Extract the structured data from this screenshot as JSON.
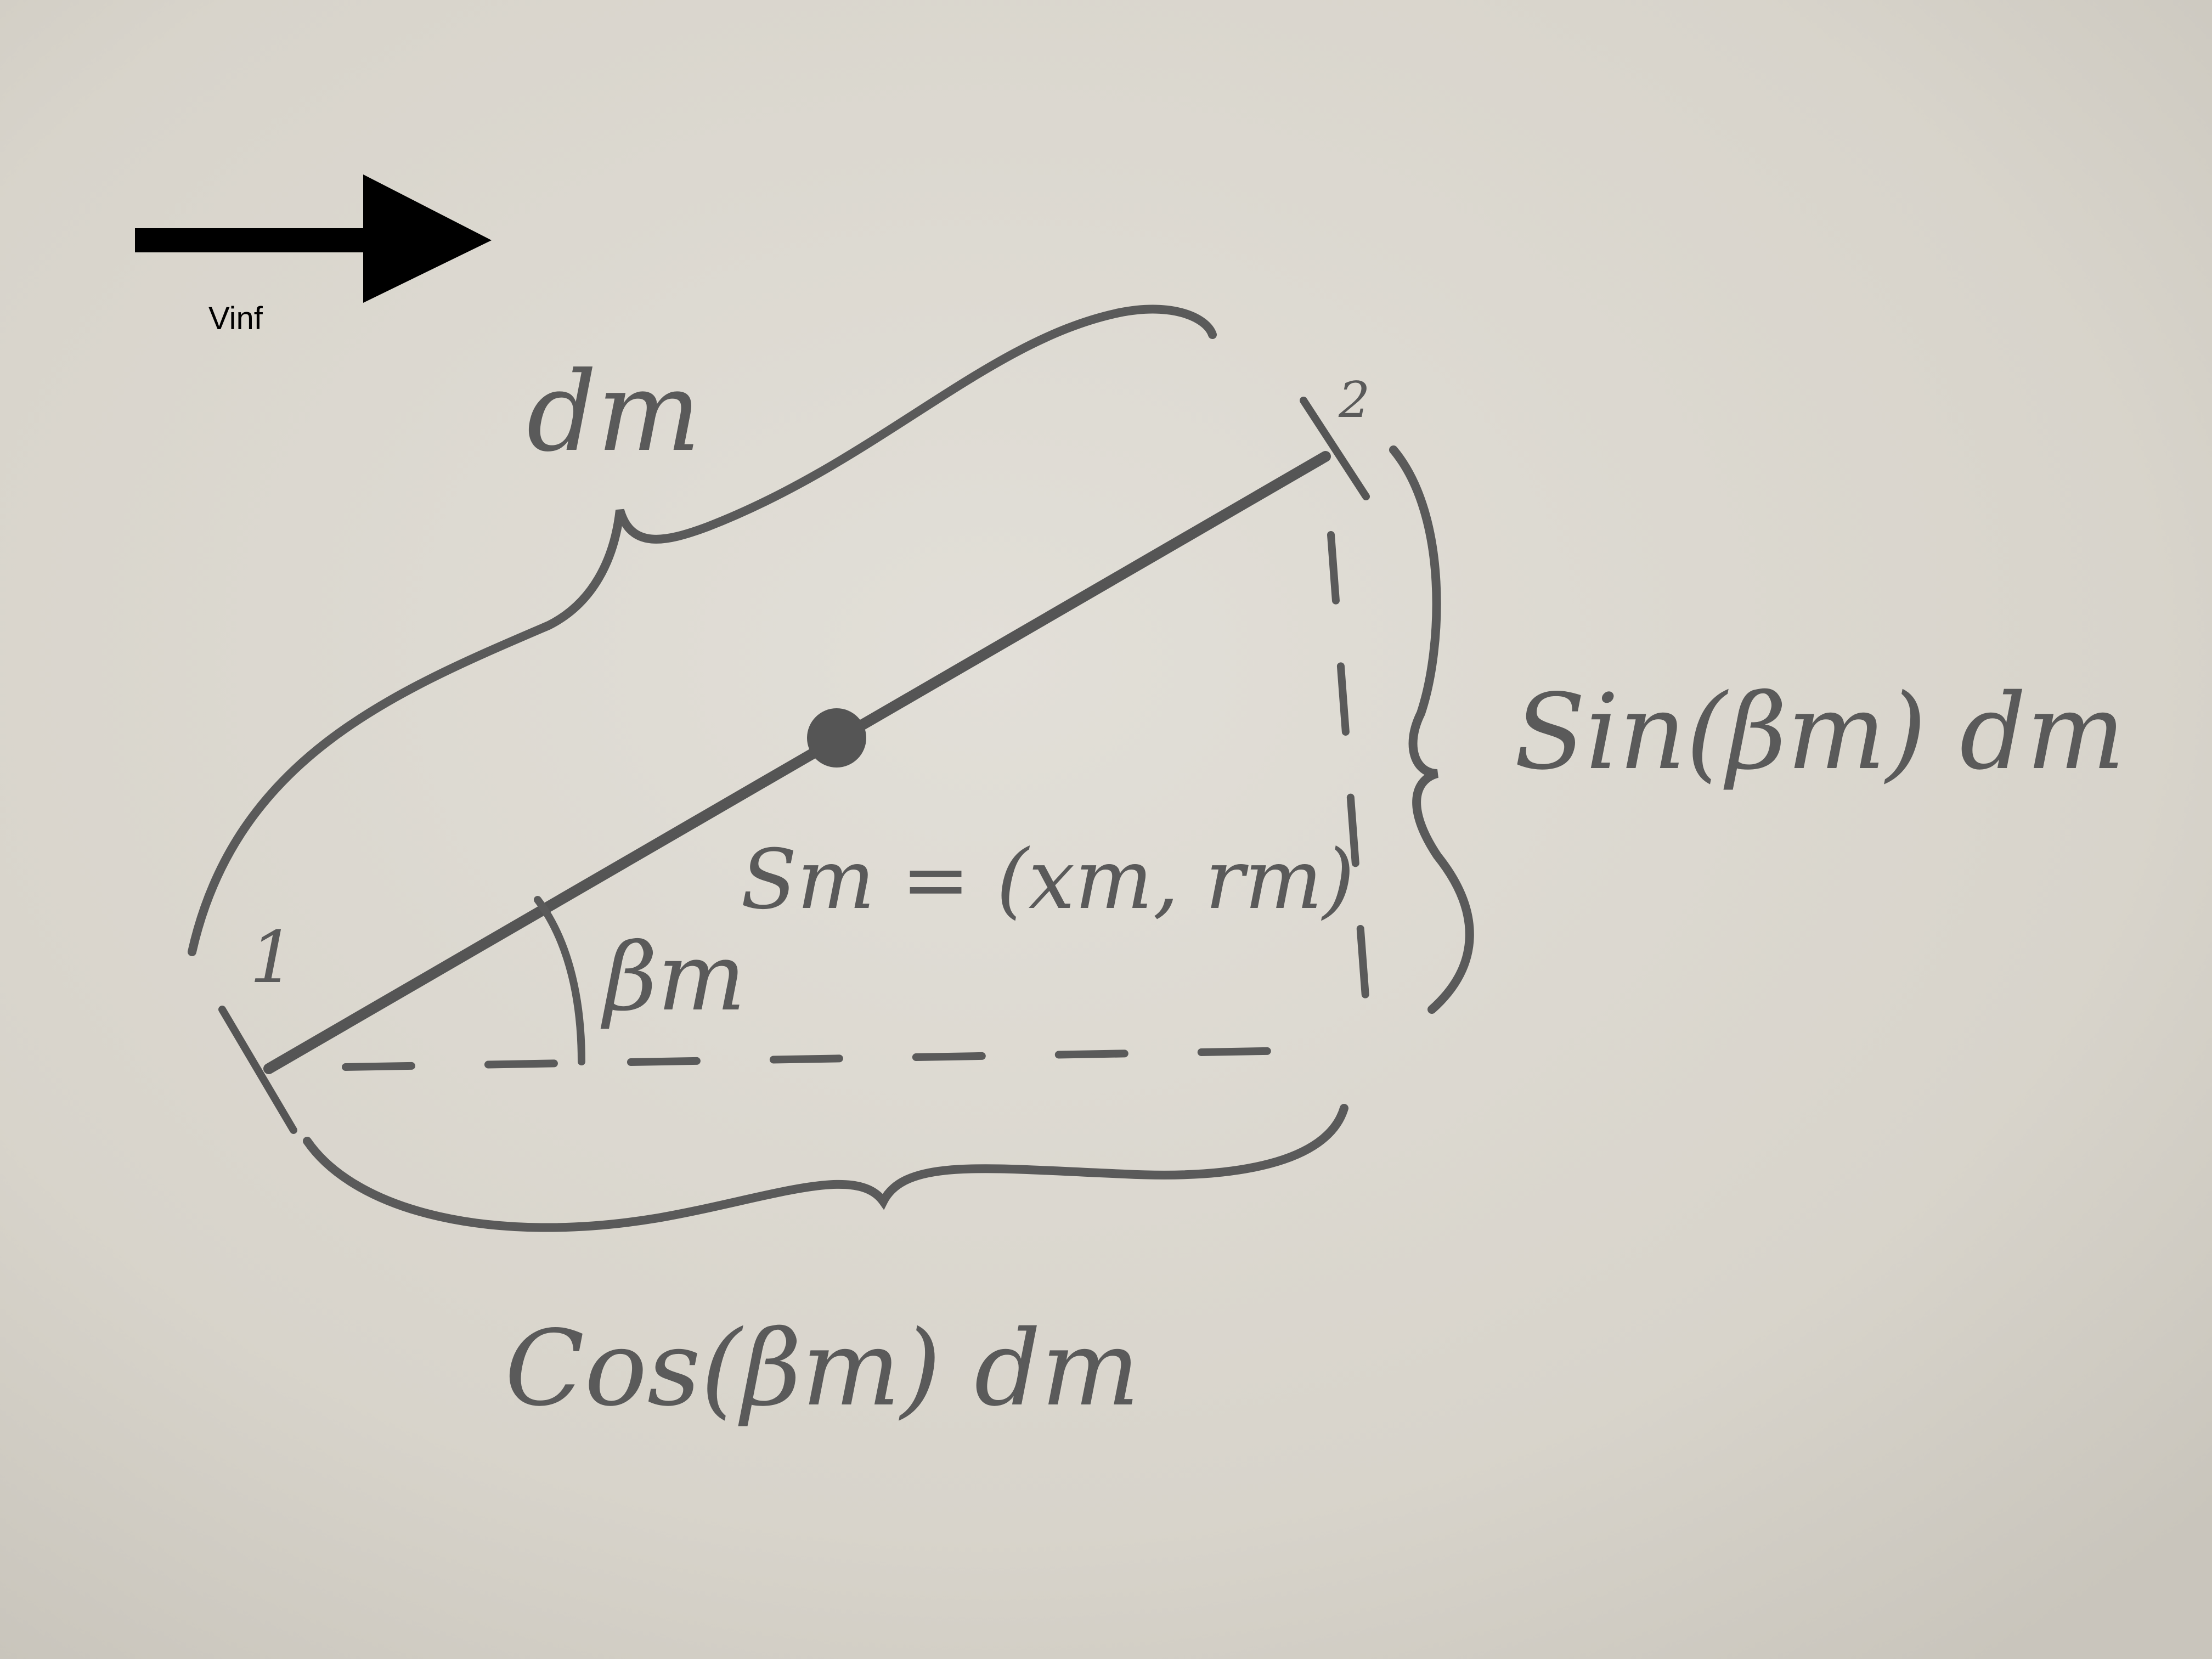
{
  "colors": {
    "paper": "#d6d2c9",
    "pencil": "#5a5a5a",
    "ink": "#000000"
  },
  "labels": {
    "flow": "Vinf",
    "length": "dm",
    "vertical_component": "Sin(βm) dm",
    "horizontal_component": "Cos(βm) dm",
    "midpoint": "Sm = (xm, rm)",
    "angle": "βm",
    "start_node": "1",
    "end_node": "2"
  }
}
